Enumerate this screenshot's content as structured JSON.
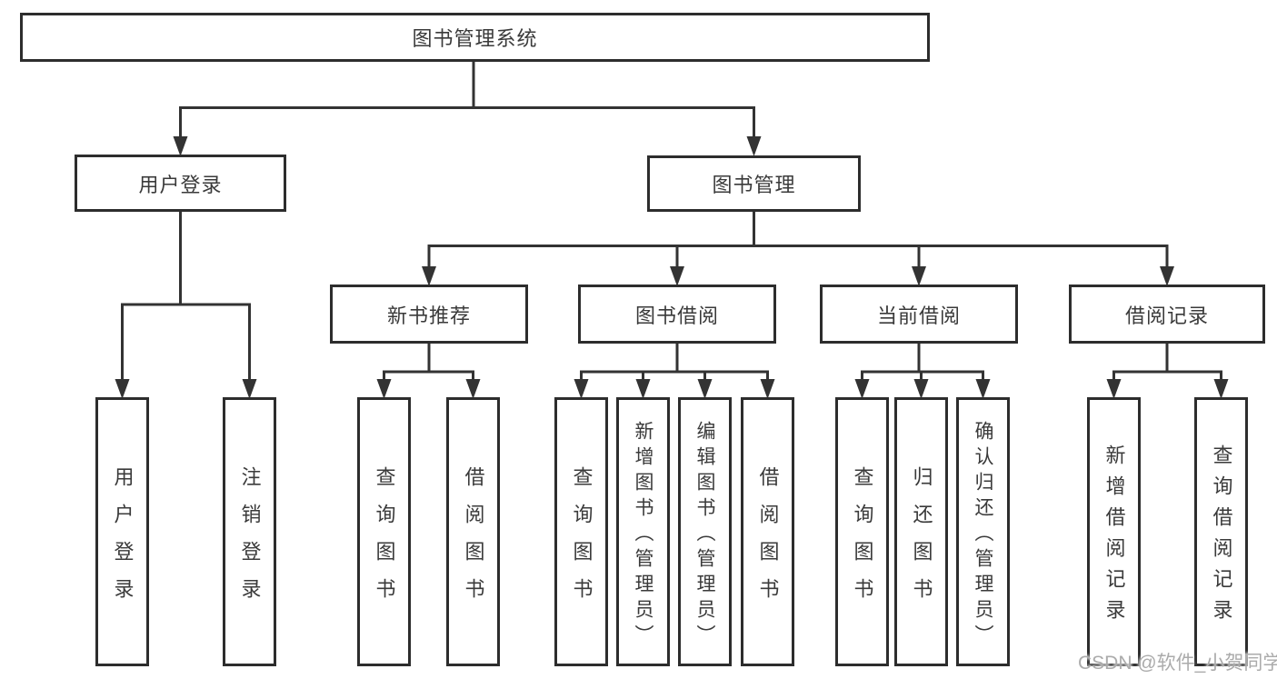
{
  "root": {
    "label": "图书管理系统"
  },
  "branches": [
    {
      "label": "用户登录",
      "children": [
        {
          "label": "用户登录"
        },
        {
          "label": "注销登录"
        }
      ]
    },
    {
      "label": "图书管理",
      "children": [
        {
          "label": "新书推荐",
          "children": [
            {
              "label": "查询图书"
            },
            {
              "label": "借阅图书"
            }
          ]
        },
        {
          "label": "图书借阅",
          "children": [
            {
              "label": "查询图书"
            },
            {
              "label": "新增图书（管理员）"
            },
            {
              "label": "编辑图书（管理员）"
            },
            {
              "label": "借阅图书"
            }
          ]
        },
        {
          "label": "当前借阅",
          "children": [
            {
              "label": "查询图书"
            },
            {
              "label": "归还图书"
            },
            {
              "label": "确认归还（管理员）"
            }
          ]
        },
        {
          "label": "借阅记录",
          "children": [
            {
              "label": "新增借阅记录"
            },
            {
              "label": "查询借阅记录"
            }
          ]
        }
      ]
    }
  ],
  "watermark": "CSDN @软件_小贺同学",
  "colors": {
    "line": "#333333",
    "border": "#2d2d2d",
    "text": "#3a3a3a",
    "watermark": "#ababab"
  }
}
